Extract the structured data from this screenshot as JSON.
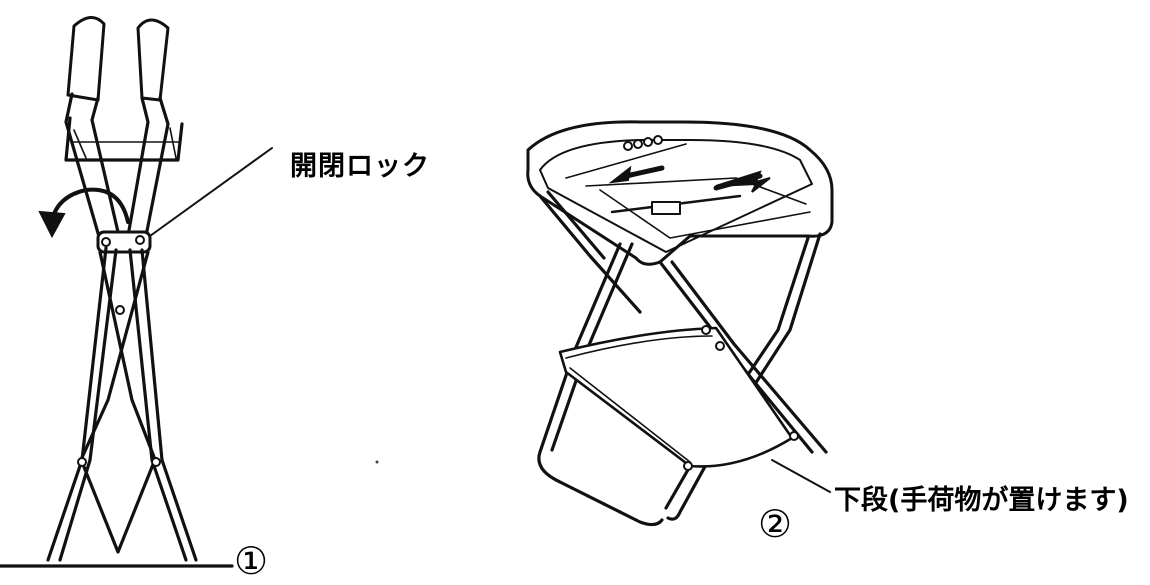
{
  "figure": {
    "label_lock": "開閉ロック",
    "label_lower_shelf": "下段(手荷物が置けます)",
    "step_1": "①",
    "step_2": "②"
  }
}
